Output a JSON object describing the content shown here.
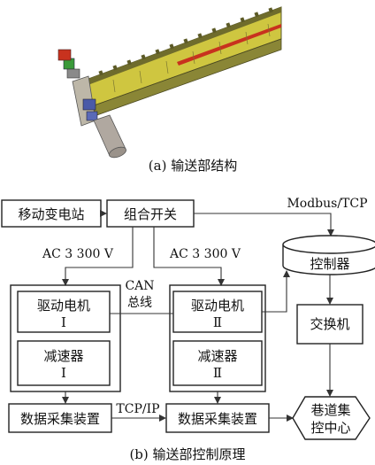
{
  "captions": {
    "a": "(a) 输送部结构",
    "b": "(b) 输送部控制原理"
  },
  "nodes": {
    "substation": "移动变电站",
    "switch": "组合开关",
    "motor_1_line1": "驱动电机",
    "motor_1_line2": "Ⅰ",
    "reducer_1_line1": "减速器",
    "reducer_1_line2": "Ⅰ",
    "motor_2_line1": "驱动电机",
    "motor_2_line2": "Ⅱ",
    "reducer_2_line1": "减速器",
    "reducer_2_line2": "Ⅱ",
    "daq_1": "数据采集装置",
    "daq_2": "数据采集装置",
    "controller": "控制器",
    "exchanger": "交换机",
    "control_center_line1": "巷道集",
    "control_center_line2": "控中心"
  },
  "edge_labels": {
    "modbus": "Modbus/TCP",
    "ac_left": "AC 3 300 V",
    "ac_right": "AC 3 300 V",
    "can_line1": "CAN",
    "can_line2": "总线",
    "tcpip": "TCP/IP"
  },
  "colors": {
    "conveyor_body": "#d8d040",
    "conveyor_frame": "#5a5a2a",
    "chain": "#9a9a3a",
    "accent_red": "#c8321e",
    "accent_blue": "#4a5aa8",
    "accent_green": "#3a9a3a",
    "drive_gray": "#b0a8a0"
  }
}
